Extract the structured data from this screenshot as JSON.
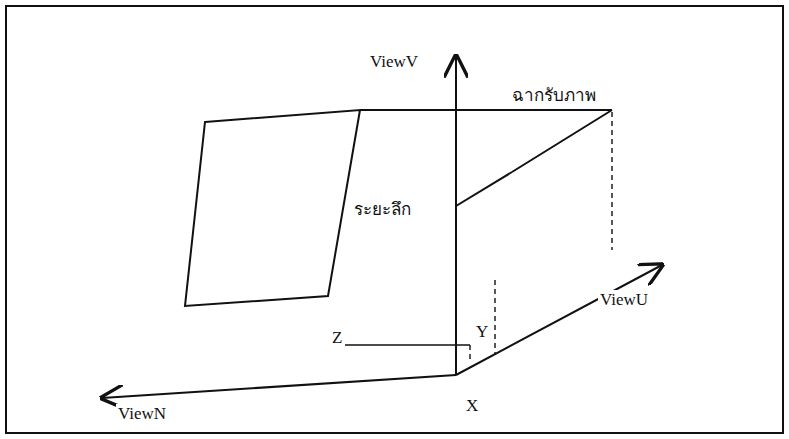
{
  "diagram": {
    "labels": [
      "ViewV",
      "ฉากรับภาพ",
      "ระยะลึก",
      "Z",
      "Y",
      "ViewU",
      "X",
      "ViewN"
    ]
  }
}
